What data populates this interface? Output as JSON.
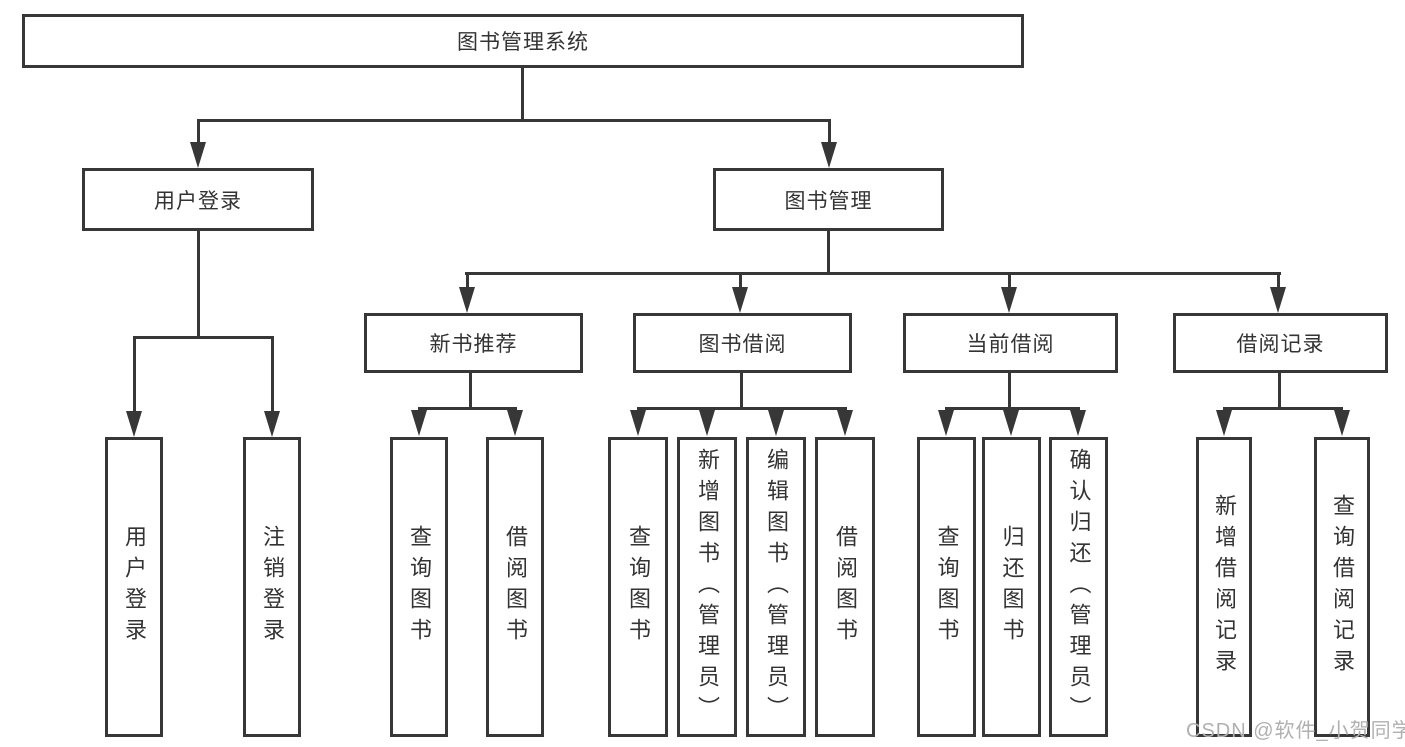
{
  "watermark": {
    "text": "CSDN @软件_小贺同学"
  },
  "colors": {
    "line": "#373737",
    "text": "#333333",
    "watermark_gray": "#b0b0b0",
    "background": "#ffffff"
  },
  "tree": {
    "root": {
      "label": "图书管理系统"
    },
    "level1": [
      {
        "label": "用户登录",
        "children": [
          "用户登录",
          "注销登录"
        ]
      },
      {
        "label": "图书管理"
      }
    ],
    "level2": [
      {
        "label": "新书推荐",
        "children": [
          "查询图书",
          "借阅图书"
        ]
      },
      {
        "label": "图书借阅",
        "children": [
          "查询图书",
          "新增图书（管理员）",
          "编辑图书（管理员）",
          "借阅图书"
        ]
      },
      {
        "label": "当前借阅",
        "children": [
          "查询图书",
          "归还图书",
          "确认归还（管理员）"
        ]
      },
      {
        "label": "借阅记录",
        "children": [
          "新增借阅记录",
          "查询借阅记录"
        ]
      }
    ]
  }
}
